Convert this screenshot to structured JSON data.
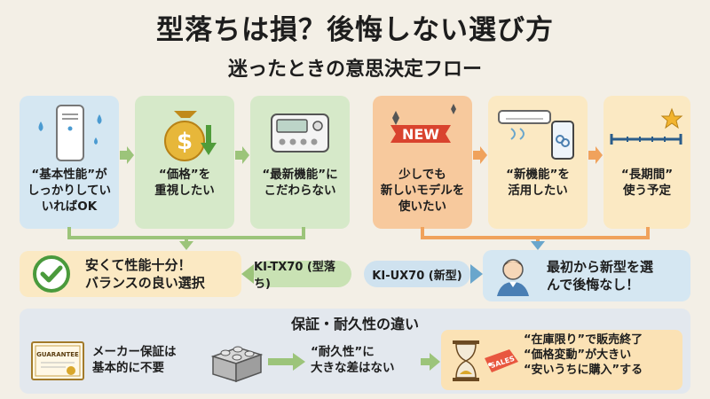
{
  "header": {
    "title": "型落ちは損？後悔しない選び方",
    "subtitle": "迷ったときの意思決定フロー"
  },
  "left_flow": {
    "boxes": [
      {
        "label": "“基本性能”が\nしっかりしてい\nいればOK",
        "icon": "air-purifier-icon"
      },
      {
        "label": "“価格”を\n重視したい",
        "icon": "money-bag-icon"
      },
      {
        "label": "“最新機能”に\nこだわらない",
        "icon": "control-panel-icon"
      }
    ],
    "result": "安くて性能十分！\nバランスの良い選択",
    "model_tag": "KI-TX70 (型落ち)"
  },
  "right_flow": {
    "boxes": [
      {
        "label": "少しでも\n新しいモデルを\n使いたい",
        "icon": "new-badge-icon",
        "badge": "NEW"
      },
      {
        "label": "“新機能”を\n活用したい",
        "icon": "smartphone-link-icon"
      },
      {
        "label": "“長期間”\n使う予定",
        "icon": "timeline-star-icon"
      }
    ],
    "result": "最初から新型を選\nんで後悔なし！",
    "model_tag": "KI-UX70 (新型)"
  },
  "bottom": {
    "title": "保証・耐久性の違い",
    "warranty_label": "GUARANTEE",
    "warranty_text": "メーカー保証は\n基本的に不要",
    "durability_text": "“耐久性”に\n大きな差はない",
    "sales_tag": "SALES",
    "sales_text": "“在庫限り”で販売終了\n“価格変動”が大きい\n“安いうちに購入”する"
  },
  "colors": {
    "blue": "#d5e7f2",
    "green": "#d6e9c9",
    "orange": "#f7c99d",
    "cream": "#fbe9c3",
    "arrow_green": "#9cc47a",
    "arrow_orange": "#f0a25c",
    "arrow_blue": "#6aa6cc"
  }
}
